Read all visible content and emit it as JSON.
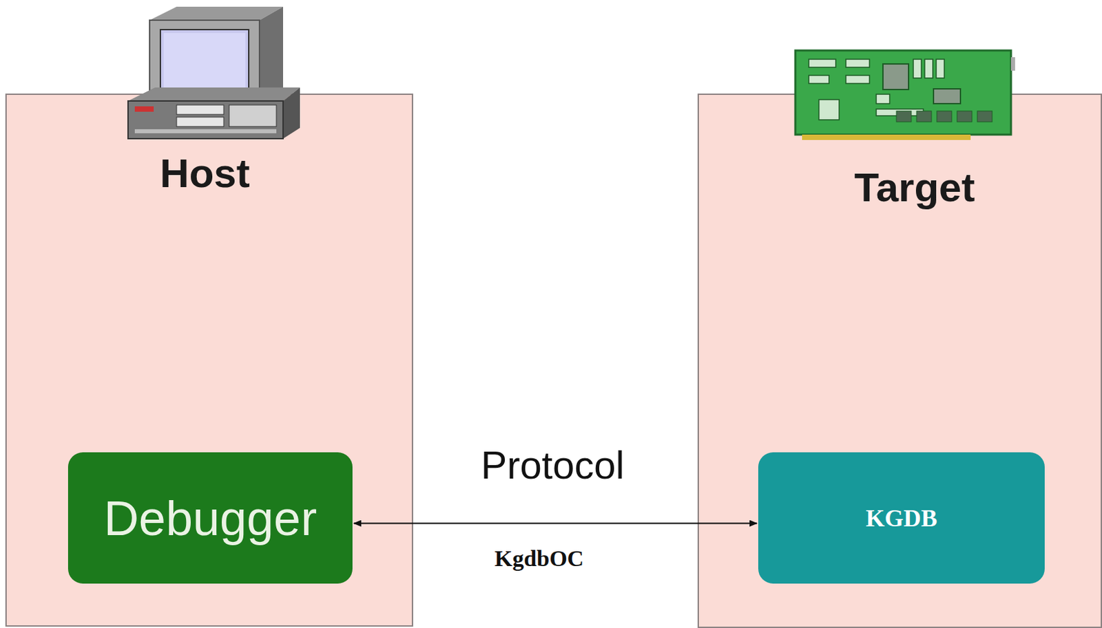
{
  "diagram": {
    "nodes": [
      {
        "text": [
          "Host"
        ]
      },
      {
        "text": [
          "Debugger"
        ],
        "in": 0
      },
      {
        "text": [
          "Target"
        ]
      },
      {
        "text": [
          "KGDB"
        ],
        "in": 2
      }
    ],
    "edges": [
      {
        "from": 1,
        "to": 3,
        "label": "Protocol",
        "arrow": "both"
      }
    ],
    "labels": [
      "KgdbOC"
    ]
  }
}
